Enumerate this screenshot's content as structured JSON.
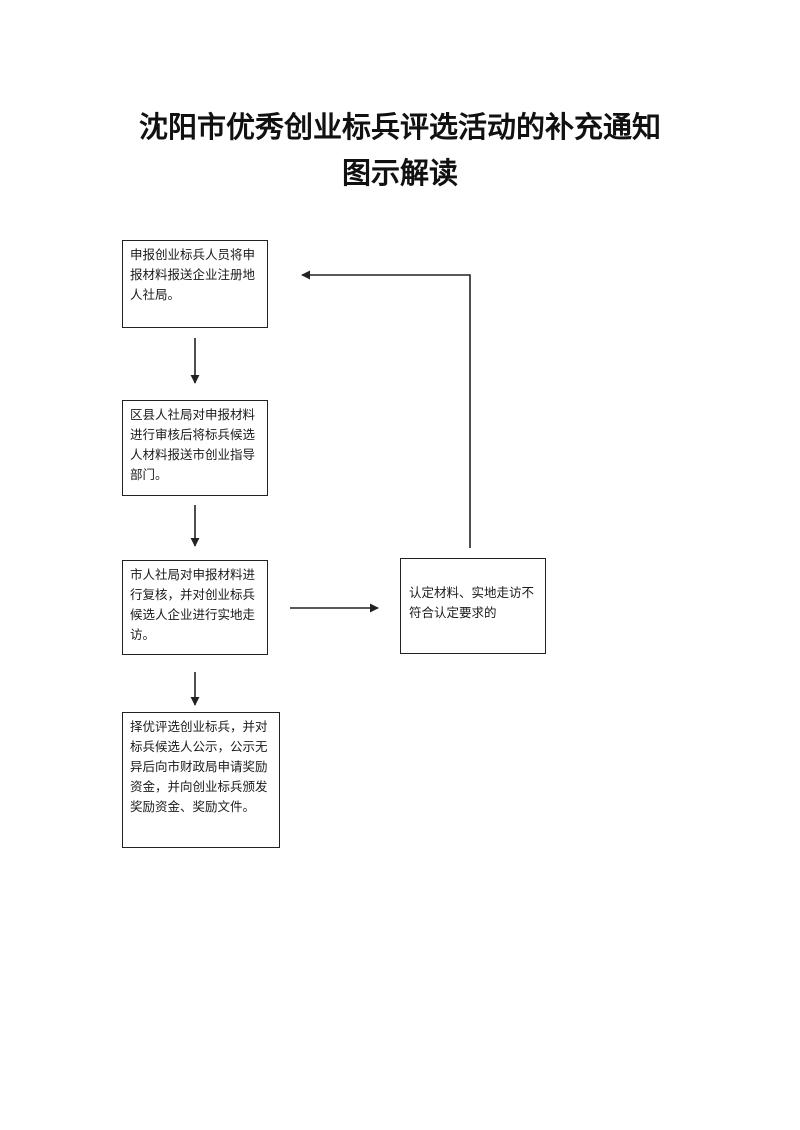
{
  "title": {
    "line1": "沈阳市优秀创业标兵评选活动的补充通知",
    "line2": "图示解读"
  },
  "steps": [
    {
      "text": "申报创业标兵人员将申报材料报送企业注册地人社局。"
    },
    {
      "text": "区县人社局对申报材料进行审核后将标兵候选人材料报送市创业指导部门。"
    },
    {
      "text": "市人社局对申报材料进行复核，并对创业标兵候选人企业进行实地走访。"
    },
    {
      "text": "择优评选创业标兵，并对标兵候选人公示，公示无异后向市财政局申请奖励资金，并向创业标兵颁发奖励资金、奖励文件。"
    }
  ],
  "side_note": {
    "text": "认定材料、实地走访不符合认定要求的"
  },
  "colors": {
    "line": "#222222",
    "text": "#1a1a1a",
    "background": "#ffffff"
  }
}
